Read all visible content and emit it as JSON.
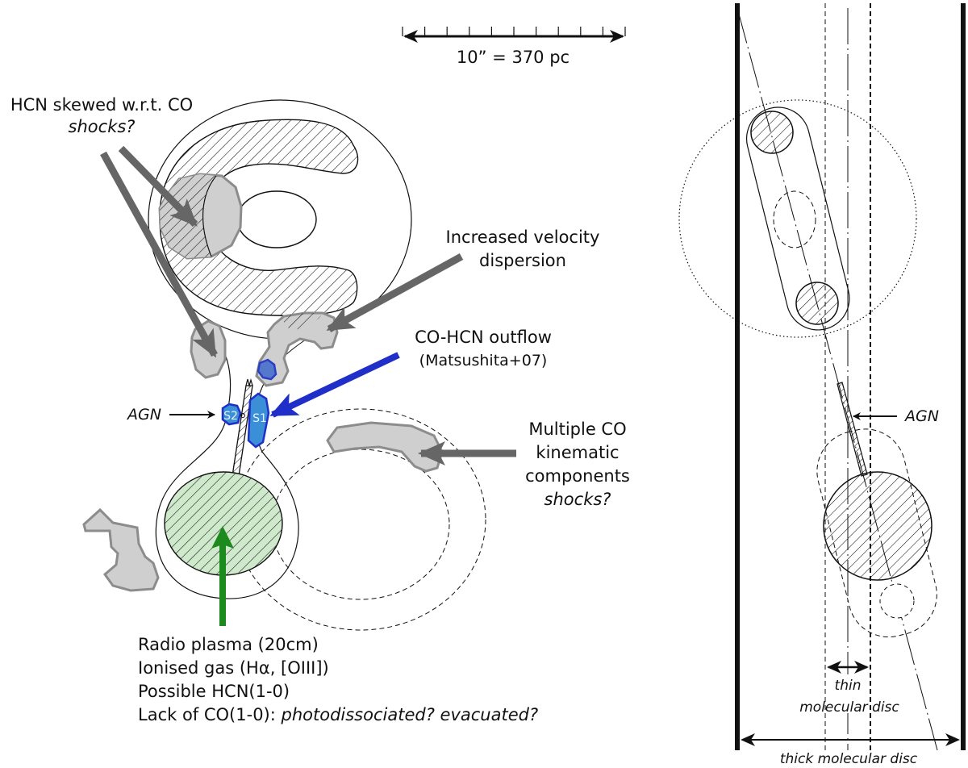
{
  "colors": {
    "ink": "#111111",
    "grey_arrow": "#666666",
    "grey_fill": "#cfcfcf",
    "grey_stroke": "#8c8c8c",
    "blue": "#1f2fc8",
    "blue_fill": "#3a8fd6",
    "green": "#1c8a1c",
    "green_fill": "#cfe9cc"
  },
  "scale_bar": {
    "label": "10” = 370 pc",
    "tick_count": 11
  },
  "annotations": {
    "hcn_skewed": {
      "line1": "HCN skewed w.r.t. CO",
      "line2": "shocks?"
    },
    "velocity_dispersion": {
      "line1": "Increased velocity",
      "line2": "dispersion"
    },
    "outflow": {
      "line1": "CO-HCN outflow",
      "line2": "(Matsushita+07)"
    },
    "multiple_co": {
      "line1": "Multiple CO",
      "line2": "kinematic",
      "line3": "components",
      "line4": "shocks?"
    },
    "agn_left": "AGN",
    "agn_right": "AGN",
    "source_s1": "S1",
    "source_s2": "S2",
    "radio_plasma": {
      "line1": "Radio plasma (20cm)",
      "line2": "Ionised gas (Hα, [OIII])",
      "line3": "Possible HCN(1-0)",
      "line4_normal": "Lack of CO(1-0): ",
      "line4_italic": "photodissociated? evacuated?"
    },
    "thin_disc": {
      "line1": "thin",
      "line2": "molecular disc"
    },
    "thick_disc": "thick molecular disc"
  }
}
